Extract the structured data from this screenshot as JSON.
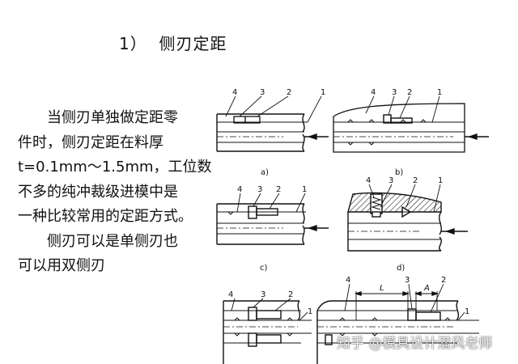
{
  "section_title": "1）  侧刃定距",
  "paragraph_lines": [
    "当侧刃单独做定距零",
    "件时，侧刃定距在料厚",
    "t=0.1mm～1.5mm，工位数",
    "不多的纯冲裁级进模中是",
    "一种比较常用的定距方式。",
    "侧刃可以是单侧刃也",
    "可以用双侧刃"
  ],
  "figures": {
    "a": {
      "caption": "a)",
      "labels": [
        "4",
        "3",
        "2",
        "1"
      ]
    },
    "b": {
      "caption": "b)",
      "labels": [
        "4",
        "3",
        "2",
        "1"
      ]
    },
    "c": {
      "caption": "c)",
      "labels": [
        "4",
        "3",
        "2",
        "1"
      ]
    },
    "d": {
      "caption": "d)",
      "labels": [
        "4",
        "3",
        "2",
        "1"
      ]
    },
    "e": {
      "labels": [
        "4",
        "3",
        "2",
        "1"
      ]
    },
    "f": {
      "labels": [
        "4",
        "L",
        "3",
        "A",
        "2",
        "1"
      ]
    }
  },
  "watermark": "知乎 @模具设计潜风老师"
}
